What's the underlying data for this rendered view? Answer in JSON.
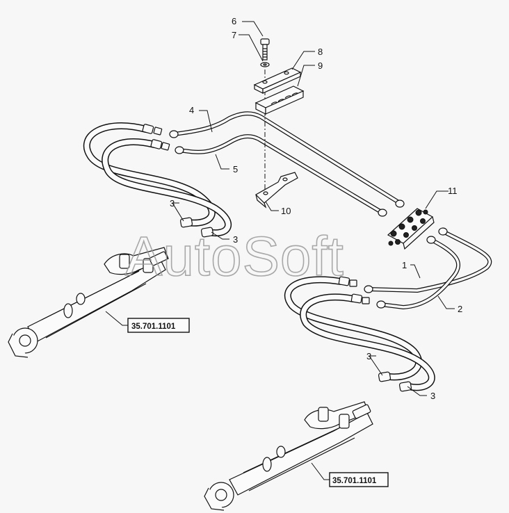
{
  "watermark": "AutoSoft",
  "callouts": {
    "c1": "1",
    "c2": "2",
    "c3a": "3",
    "c3b": "3",
    "c3c": "3",
    "c3d": "3",
    "c4": "4",
    "c5": "5",
    "c6": "6",
    "c7": "7",
    "c8": "8",
    "c9": "9",
    "c10": "10",
    "c11": "11"
  },
  "references": {
    "ref_left": "35.701.1101",
    "ref_right": "35.701.1101"
  }
}
